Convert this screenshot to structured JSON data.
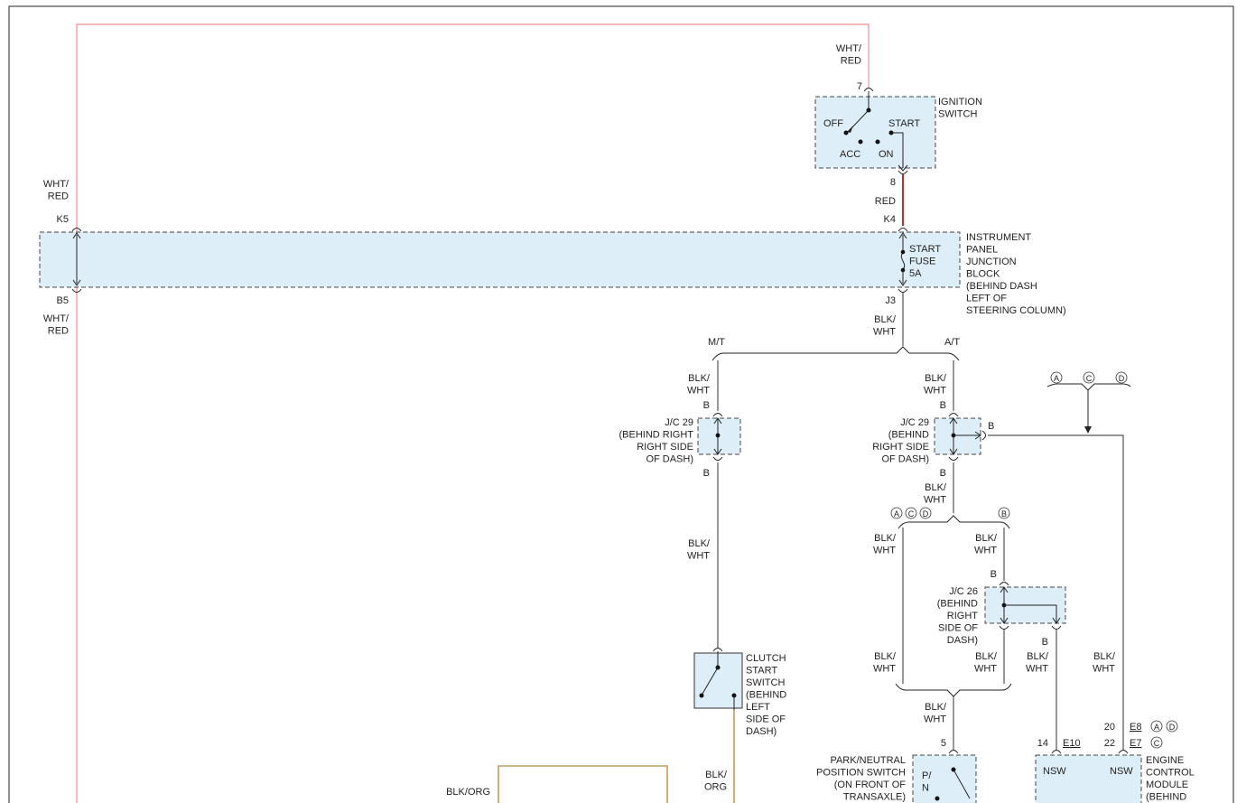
{
  "wires": {
    "wht_red": "WHT/\nRED",
    "red": "RED",
    "blk_wht": "BLK/\nWHT",
    "blk_org_single": "BLK/ORG",
    "blk_org": "BLK/\nORG"
  },
  "pins": {
    "p7": "7",
    "p8": "8",
    "k4": "K4",
    "k5": "K5",
    "b5": "B5",
    "j3": "J3",
    "b": "B",
    "p5": "5",
    "p14": "14",
    "p20": "20",
    "p22": "22",
    "e10": "E10",
    "e8": "E8",
    "e7": "E7"
  },
  "ignition_switch": {
    "label": "IGNITION\nSWITCH",
    "off": "OFF",
    "start": "START",
    "acc": "ACC",
    "on": "ON"
  },
  "junction_block": {
    "label": "INSTRUMENT\nPANEL\nJUNCTION\nBLOCK\n(BEHIND DASH\nLEFT OF\nSTEERING COLUMN)",
    "fuse": "START\nFUSE\n5A"
  },
  "branches": {
    "mt": "M/T",
    "at": "A/T"
  },
  "options": {
    "a": "A",
    "c": "C",
    "d": "D",
    "b": "B"
  },
  "jc29_left": {
    "label": "J/C 29\n(BEHIND RIGHT\nRIGHT SIDE\nOF DASH)"
  },
  "jc29_right": {
    "label": "J/C 29\n(BEHIND\nRIGHT SIDE\nOF DASH)"
  },
  "jc26": {
    "label": "J/C 26\n(BEHIND\nRIGHT\nSIDE OF\nDASH)"
  },
  "clutch_switch": {
    "label": "CLUTCH\nSTART\nSWITCH\n(BEHIND\nLEFT\nSIDE OF\nDASH)"
  },
  "pn_switch": {
    "label": "PARK/NEUTRAL\nPOSITION SWITCH\n(ON FRONT OF\nTRANSAXLE)",
    "pn": "P/\nN"
  },
  "ecm": {
    "label": "ENGINE\nCONTROL\nMODULE\n(BEHIND",
    "nsw": "NSW"
  },
  "colors": {
    "red_wire": "#e02020",
    "pink_wire": "#f0a0a0",
    "brown_wire": "#c89860"
  }
}
